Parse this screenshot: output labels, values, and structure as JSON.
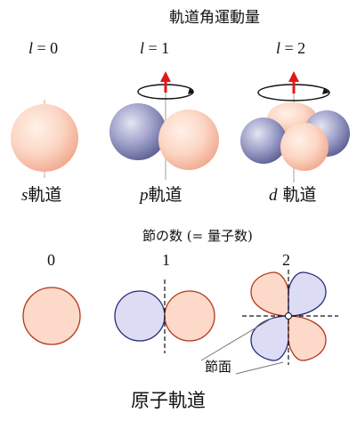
{
  "top_title": "軌道角運動量",
  "l_labels": [
    {
      "var": "l",
      "eq": "= 0"
    },
    {
      "var": "l",
      "eq": "= 1"
    },
    {
      "var": "l",
      "eq": "= 2"
    }
  ],
  "orbital_labels": [
    {
      "letter": "s",
      "suffix": "軌道"
    },
    {
      "letter": "p",
      "suffix": "軌道"
    },
    {
      "letter": "d",
      "suffix": "軌道"
    }
  ],
  "nodes_title": "節の数 (= 量子数)",
  "node_counts": [
    "0",
    "1",
    "2"
  ],
  "nodal_plane_label": "節面",
  "bottom_title": "原子軌道",
  "colors": {
    "pink_lobe": "#fcd9c8",
    "blue_lobe": "#9a9cc4",
    "outline_red": "#b2371a",
    "flat_blue": "#dcdcf5",
    "flat_pink": "#fcd9c8",
    "arrow_red": "#e01818"
  }
}
